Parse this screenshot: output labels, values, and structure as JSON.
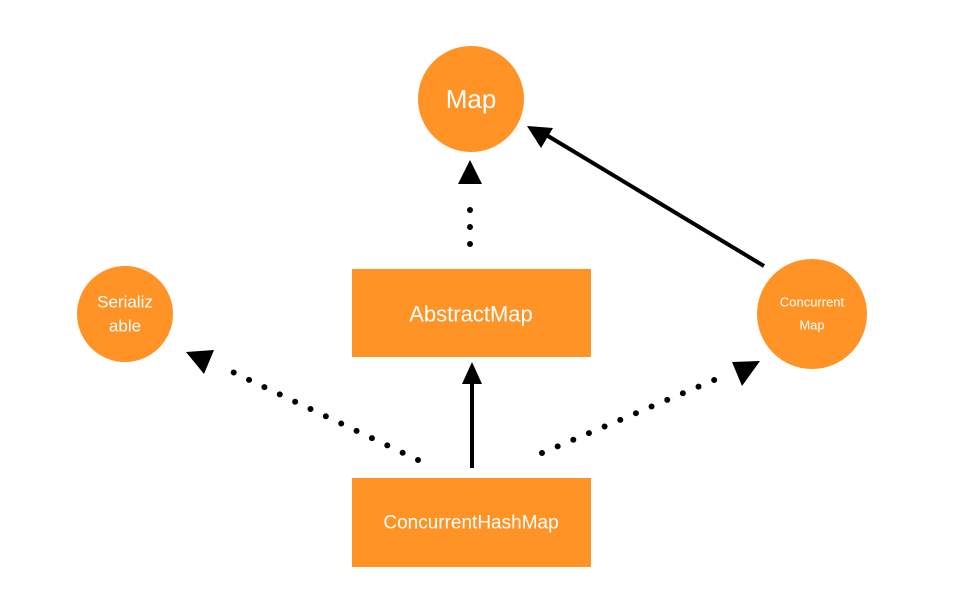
{
  "colors": {
    "node_fill": "#FF9326",
    "node_text": "#FFFFFF",
    "edge": "#000000"
  },
  "nodes": {
    "map": {
      "shape": "circle",
      "label_lines": [
        "Map"
      ]
    },
    "serializable": {
      "shape": "circle",
      "label_lines": [
        "Serializ",
        "able"
      ]
    },
    "concurrent_map": {
      "shape": "circle",
      "label_lines": [
        "Concurrent",
        "Map"
      ]
    },
    "abstract_map": {
      "shape": "rectangle",
      "label_lines": [
        "AbstractMap"
      ]
    },
    "concurrent_hash_map": {
      "shape": "rectangle",
      "label_lines": [
        "ConcurrentHashMap"
      ]
    }
  },
  "edges": [
    {
      "from": "abstract_map",
      "to": "map",
      "style": "dotted"
    },
    {
      "from": "concurrent_map",
      "to": "map",
      "style": "solid"
    },
    {
      "from": "concurrent_hash_map",
      "to": "abstract_map",
      "style": "solid"
    },
    {
      "from": "concurrent_hash_map",
      "to": "serializable",
      "style": "dotted"
    },
    {
      "from": "concurrent_hash_map",
      "to": "concurrent_map",
      "style": "dotted"
    }
  ]
}
